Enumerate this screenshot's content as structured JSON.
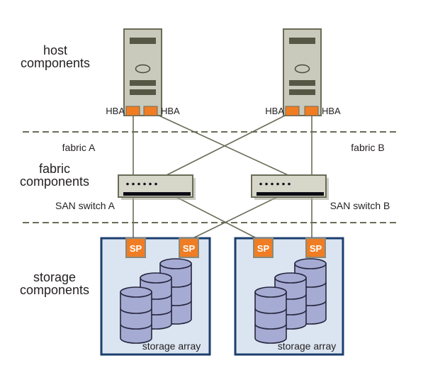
{
  "sections": {
    "host": {
      "line1": "host",
      "line2": "components"
    },
    "fabric": {
      "line1": "fabric",
      "line2": "components"
    },
    "storage": {
      "line1": "storage",
      "line2": "components"
    }
  },
  "fabric": {
    "zone_a": "fabric A",
    "zone_b": "fabric B",
    "switch_a": "SAN switch A",
    "switch_b": "SAN switch B"
  },
  "chips": {
    "hba": "HBA",
    "sp": "SP"
  },
  "storage": {
    "array_label": "storage array"
  },
  "colors": {
    "accent_orange": "#f07d24",
    "storage_border_navy": "#1c3e6e",
    "storage_fill": "#dbe5f1",
    "disk_fill": "#a6abd3",
    "server_fill": "#c9cabb",
    "switch_fill": "#d6d7c9",
    "line_olive": "#6b6c58",
    "stripe_dark": "#565744",
    "text": "#231f20"
  }
}
